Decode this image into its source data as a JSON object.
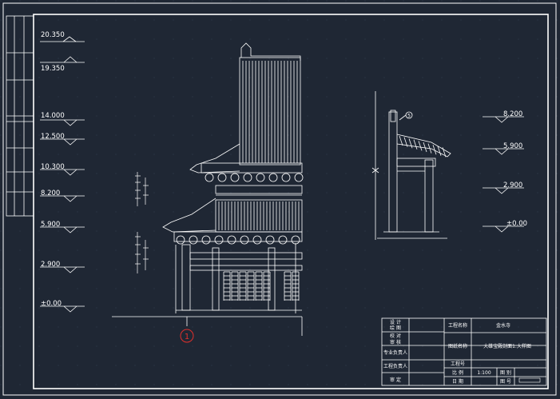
{
  "left_levels": [
    "20.350",
    "19.350",
    "14.000",
    "12.500",
    "10.300",
    "8.200",
    "5.900",
    "2.900",
    "±0.00"
  ],
  "right_levels": [
    "8.200",
    "5.900",
    "2.900",
    "±0.00"
  ],
  "axis_marker": "1",
  "detail_marker": "5",
  "title_block": {
    "design": "设 计",
    "drawing": "绘 图",
    "check": "校 对",
    "audit": "审 核",
    "discipline_lead": "专业负责人",
    "project_lead": "工程负责人",
    "approve": "审 定",
    "project_name_label": "工程名称",
    "project_name": "金水寺",
    "drawing_name_label": "图纸名称",
    "drawing_name": "大雄宝殿剖面1:大样图",
    "project_no_label": "工程号",
    "scale_label": "比 例",
    "scale": "1:100",
    "date_label": "日 期",
    "sheet_label": "图 别",
    "sheet_no_label": "图 号"
  },
  "colors": {
    "background": "#1f2734",
    "lines": "#ffffff",
    "marker": "#e0302c"
  }
}
